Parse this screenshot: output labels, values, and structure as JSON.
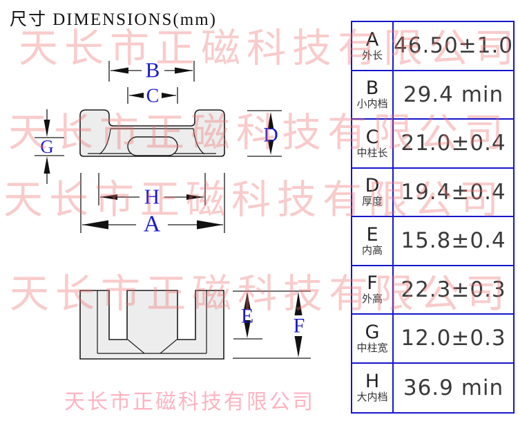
{
  "title": "尺寸 DIMENSIONS(mm)",
  "watermark": {
    "text": "天长市正磁科技有限公司",
    "color": "#ee6e6e",
    "footer_text": "天长市正磁科技有限公司",
    "footer_color": "#ffb3c1"
  },
  "drawing": {
    "label_color": "#1a1acc",
    "fill_color": "#ededed",
    "labels": {
      "A": "A",
      "B": "B",
      "C": "C",
      "D": "D",
      "E": "E",
      "F": "F",
      "G": "G",
      "H": "H"
    }
  },
  "table": {
    "border_color": "#1515cc",
    "rows": [
      {
        "letter": "A",
        "name": "外长",
        "value": "46.50±1.0"
      },
      {
        "letter": "B",
        "name": "小内档",
        "value": "29.4 min"
      },
      {
        "letter": "C",
        "name": "中柱长",
        "value": "21.0±0.4"
      },
      {
        "letter": "D",
        "name": "厚度",
        "value": "19.4±0.4"
      },
      {
        "letter": "E",
        "name": "内高",
        "value": "15.8±0.4"
      },
      {
        "letter": "F",
        "name": "外高",
        "value": "22.3±0.3"
      },
      {
        "letter": "G",
        "name": "中柱宽",
        "value": "12.0±0.3"
      },
      {
        "letter": "H",
        "name": "大内档",
        "value": "36.9 min"
      }
    ]
  }
}
